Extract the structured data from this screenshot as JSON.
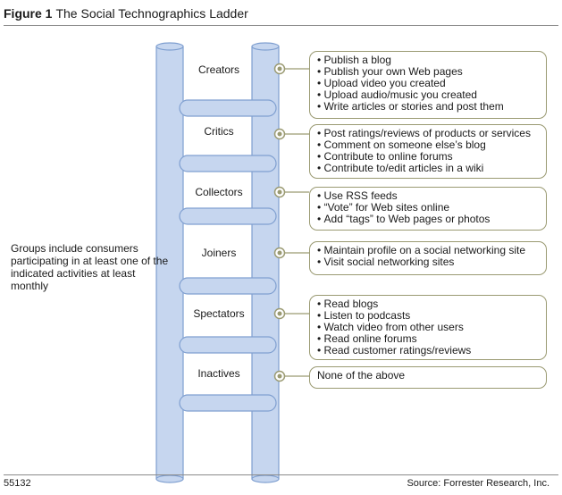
{
  "header": {
    "figure_number": "Figure 1",
    "title": "The Social Technographics Ladder"
  },
  "side_note": "Groups include consumers participating in at least one of the indicated activities at least monthly",
  "levels": [
    {
      "label": "Creators",
      "bulleted": true,
      "items": [
        "Publish a blog",
        "Publish your own Web pages",
        "Upload video you created",
        "Upload audio/music you created",
        "Write articles or stories and post them"
      ]
    },
    {
      "label": "Critics",
      "bulleted": true,
      "items": [
        "Post ratings/reviews of products or services",
        "Comment on someone else’s blog",
        "Contribute to online forums",
        "Contribute to/edit articles in a wiki"
      ]
    },
    {
      "label": "Collectors",
      "bulleted": true,
      "items": [
        "Use RSS feeds",
        "“Vote” for Web sites online",
        "Add “tags” to Web pages or photos"
      ]
    },
    {
      "label": "Joiners",
      "bulleted": true,
      "items": [
        "Maintain profile on a social networking site",
        "Visit social networking sites"
      ]
    },
    {
      "label": "Spectators",
      "bulleted": true,
      "items": [
        "Read blogs",
        "Listen to podcasts",
        "Watch video from other users",
        "Read online forums",
        "Read customer ratings/reviews"
      ]
    },
    {
      "label": "Inactives",
      "bulleted": false,
      "items": [
        "None of the above"
      ]
    }
  ],
  "footer": {
    "id": "55132",
    "source": "Source: Forrester Research, Inc."
  },
  "colors": {
    "ladder_fill": "#c6d6ef",
    "ladder_stroke": "#7f9fd0",
    "connector": "#9a9a72"
  }
}
